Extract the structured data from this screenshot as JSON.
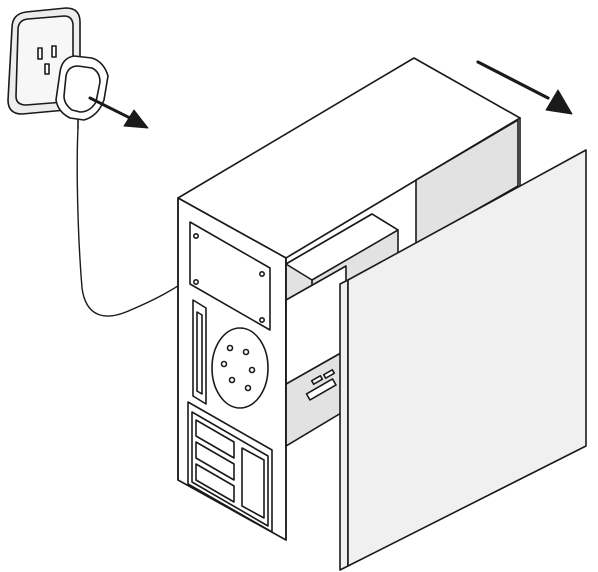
{
  "illustration": {
    "colors": {
      "line": "#1a1a1a",
      "panel_fill": "#f0f0f0",
      "interior_fill": "#e2e2e2",
      "outlet_fill": "#ededed",
      "background": "#ffffff"
    },
    "parts": [
      "wall-outlet",
      "power-adapter",
      "power-cable",
      "computer-tower",
      "side-panel",
      "direction-arrows"
    ]
  }
}
